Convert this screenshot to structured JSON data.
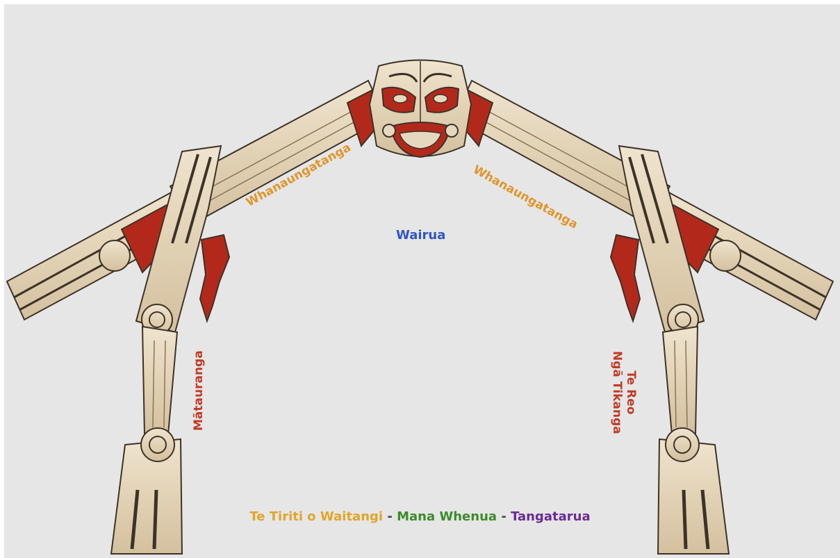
{
  "colors": {
    "background": "#e6e6e6",
    "wood": "#e6d8bf",
    "wood_dark": "#3d3227",
    "red": "#b2291c",
    "whanaungatanga": "#e0952a",
    "wairua": "#2f56c4",
    "matauranga": "#c23a26",
    "tereo": "#c23a26",
    "tiriti": "#e0a52a",
    "mana_whenua": "#3d8b2a",
    "tangatarua": "#6a2b94"
  },
  "labels": {
    "whanaungatanga_left": "Whanaungatanga",
    "whanaungatanga_right": "Whanaungatanga",
    "wairua": "Wairua",
    "matauranga": "Mātauranga",
    "te_reo": "Te Reo",
    "nga_tikanga": "Ngā Tikanga"
  },
  "footer": {
    "tiriti": "Te Tiriti o Waitangi",
    "sep1": " - ",
    "mana_whenua": "Mana Whenua",
    "sep2": " - ",
    "tangatarua": "Tangatarua"
  },
  "illustration": {
    "name": "wharenui-frame",
    "parts": [
      "koruru-face",
      "maihi-left",
      "maihi-right",
      "amo-left",
      "amo-right",
      "raparapa-left",
      "raparapa-right"
    ]
  }
}
